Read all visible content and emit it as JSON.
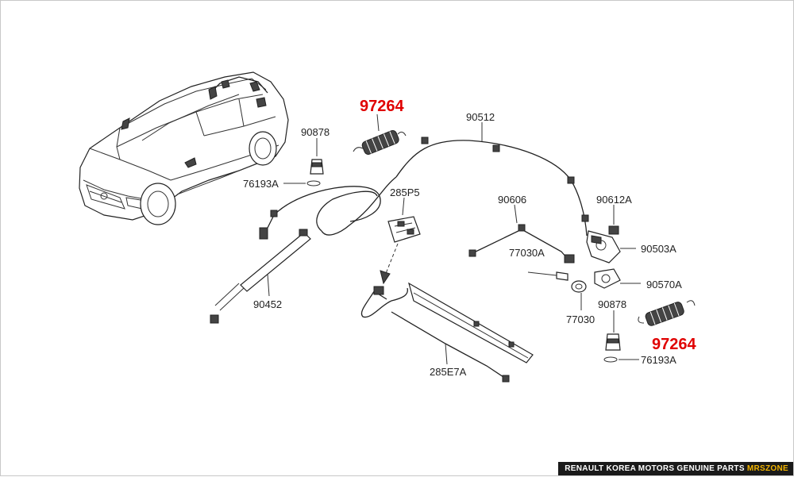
{
  "labels": {
    "spring_top": "97264",
    "spring_bottom": "97264",
    "cable": "90512",
    "bumper_top": "90878",
    "grommet_top": "76193A",
    "connector": "285P5",
    "strut": "90452",
    "bracket": "90606",
    "switch": "90612A",
    "latch": "90503A",
    "bolt_a": "77030A",
    "actuator": "90570A",
    "nut": "77030",
    "bumper_bottom": "90878",
    "grommet_bottom": "76193A",
    "harness": "285E7A"
  },
  "banner": {
    "main": "RENAULT KOREA MOTORS GENUINE PARTS",
    "accent": "MRSZONE"
  },
  "colors": {
    "highlight": "#e00000",
    "banner_bg": "#1a1a1a",
    "banner_accent": "#f2b400"
  }
}
